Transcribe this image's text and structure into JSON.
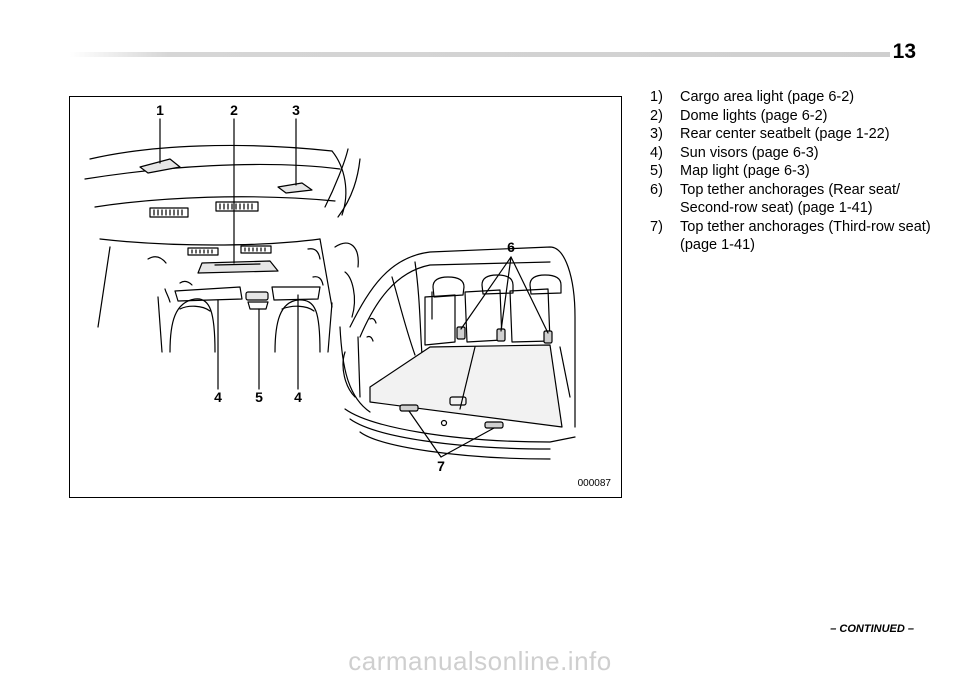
{
  "page": {
    "number": "13",
    "continued": "– CONTINUED –"
  },
  "figure": {
    "code": "000087",
    "callouts": [
      "1",
      "2",
      "3",
      "4",
      "5",
      "4",
      "6",
      "7"
    ]
  },
  "legend": {
    "items": [
      {
        "num": "1)",
        "text": "Cargo area light (page 6-2)"
      },
      {
        "num": "2)",
        "text": "Dome lights (page 6-2)"
      },
      {
        "num": "3)",
        "text": "Rear center seatbelt (page 1-22)"
      },
      {
        "num": "4)",
        "text": "Sun visors (page 6-3)"
      },
      {
        "num": "5)",
        "text": "Map light (page 6-3)"
      },
      {
        "num": "6)",
        "text": "Top tether anchorages (Rear seat/ Second-row seat) (page 1-41)"
      },
      {
        "num": "7)",
        "text": "Top tether anchorages (Third-row seat) (page 1-41)"
      }
    ]
  },
  "watermark": "carmanualsonline.info"
}
